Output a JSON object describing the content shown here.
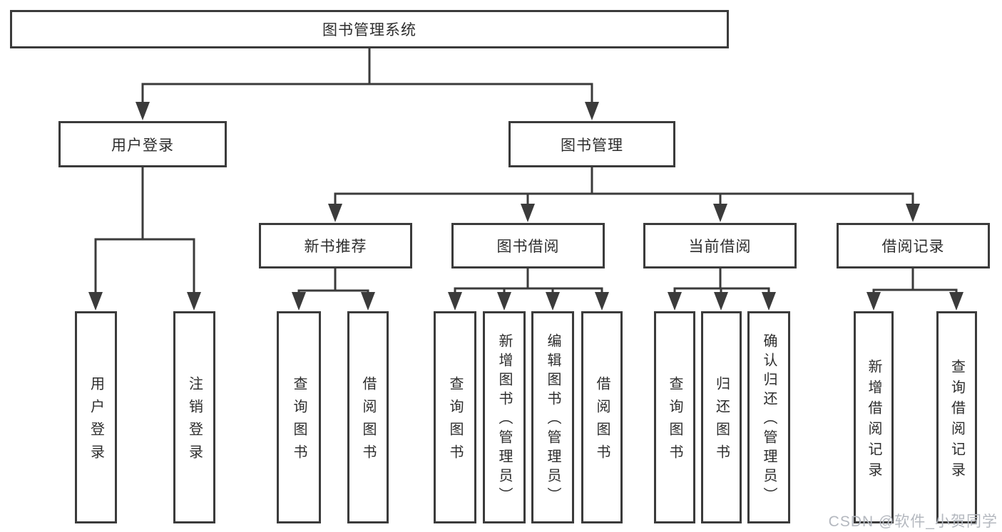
{
  "colors": {
    "background": "#ffffff",
    "line": "#3b3b3b",
    "text": "#2d2d2d",
    "watermark": "#b4b8bf"
  },
  "tree": {
    "root": {
      "label": "图书管理系统"
    },
    "level2": [
      {
        "label": "用户登录",
        "children": [
          {
            "label": "用户登录"
          },
          {
            "label": "注销登录"
          }
        ]
      },
      {
        "label": "图书管理",
        "children": [
          {
            "label": "新书推荐",
            "children": [
              {
                "label": "查询图书"
              },
              {
                "label": "借阅图书"
              }
            ]
          },
          {
            "label": "图书借阅",
            "children": [
              {
                "label": "查询图书"
              },
              {
                "label": "新增图书（管理员）"
              },
              {
                "label": "编辑图书（管理员）"
              },
              {
                "label": "借阅图书"
              }
            ]
          },
          {
            "label": "当前借阅",
            "children": [
              {
                "label": "查询图书"
              },
              {
                "label": "归还图书"
              },
              {
                "label": "确认归还（管理员）"
              }
            ]
          },
          {
            "label": "借阅记录",
            "children": [
              {
                "label": "新增借阅记录"
              },
              {
                "label": "查询借阅记录"
              }
            ]
          }
        ]
      }
    ]
  },
  "watermark": {
    "text": "CSDN @软件_小贺同学"
  }
}
